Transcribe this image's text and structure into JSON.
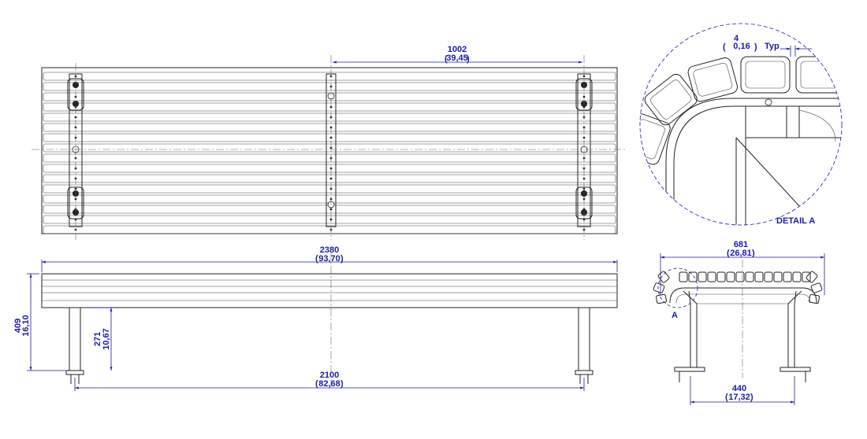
{
  "colors": {
    "dimension": "#1a1aa8",
    "line": "#222222",
    "background": "#ffffff"
  },
  "dims": {
    "top_spacing": {
      "mm": "1002",
      "inch": "39,45"
    },
    "front_length": {
      "mm": "2380",
      "inch": "93,70"
    },
    "front_height": {
      "mm": "409",
      "inch": "16,10"
    },
    "leg_height": {
      "mm": "271",
      "inch": "10,67"
    },
    "leg_spacing": {
      "mm": "2100",
      "inch": "82,68"
    },
    "side_width": {
      "mm": "681",
      "inch": "26,81"
    },
    "side_leg_spacing": {
      "mm": "440",
      "inch": "17,32"
    },
    "slat_gap": {
      "mm": "4",
      "inch": "0,16",
      "note": "Typ"
    }
  },
  "labels": {
    "detail_title": "DETAIL A",
    "detail_marker": "A"
  }
}
